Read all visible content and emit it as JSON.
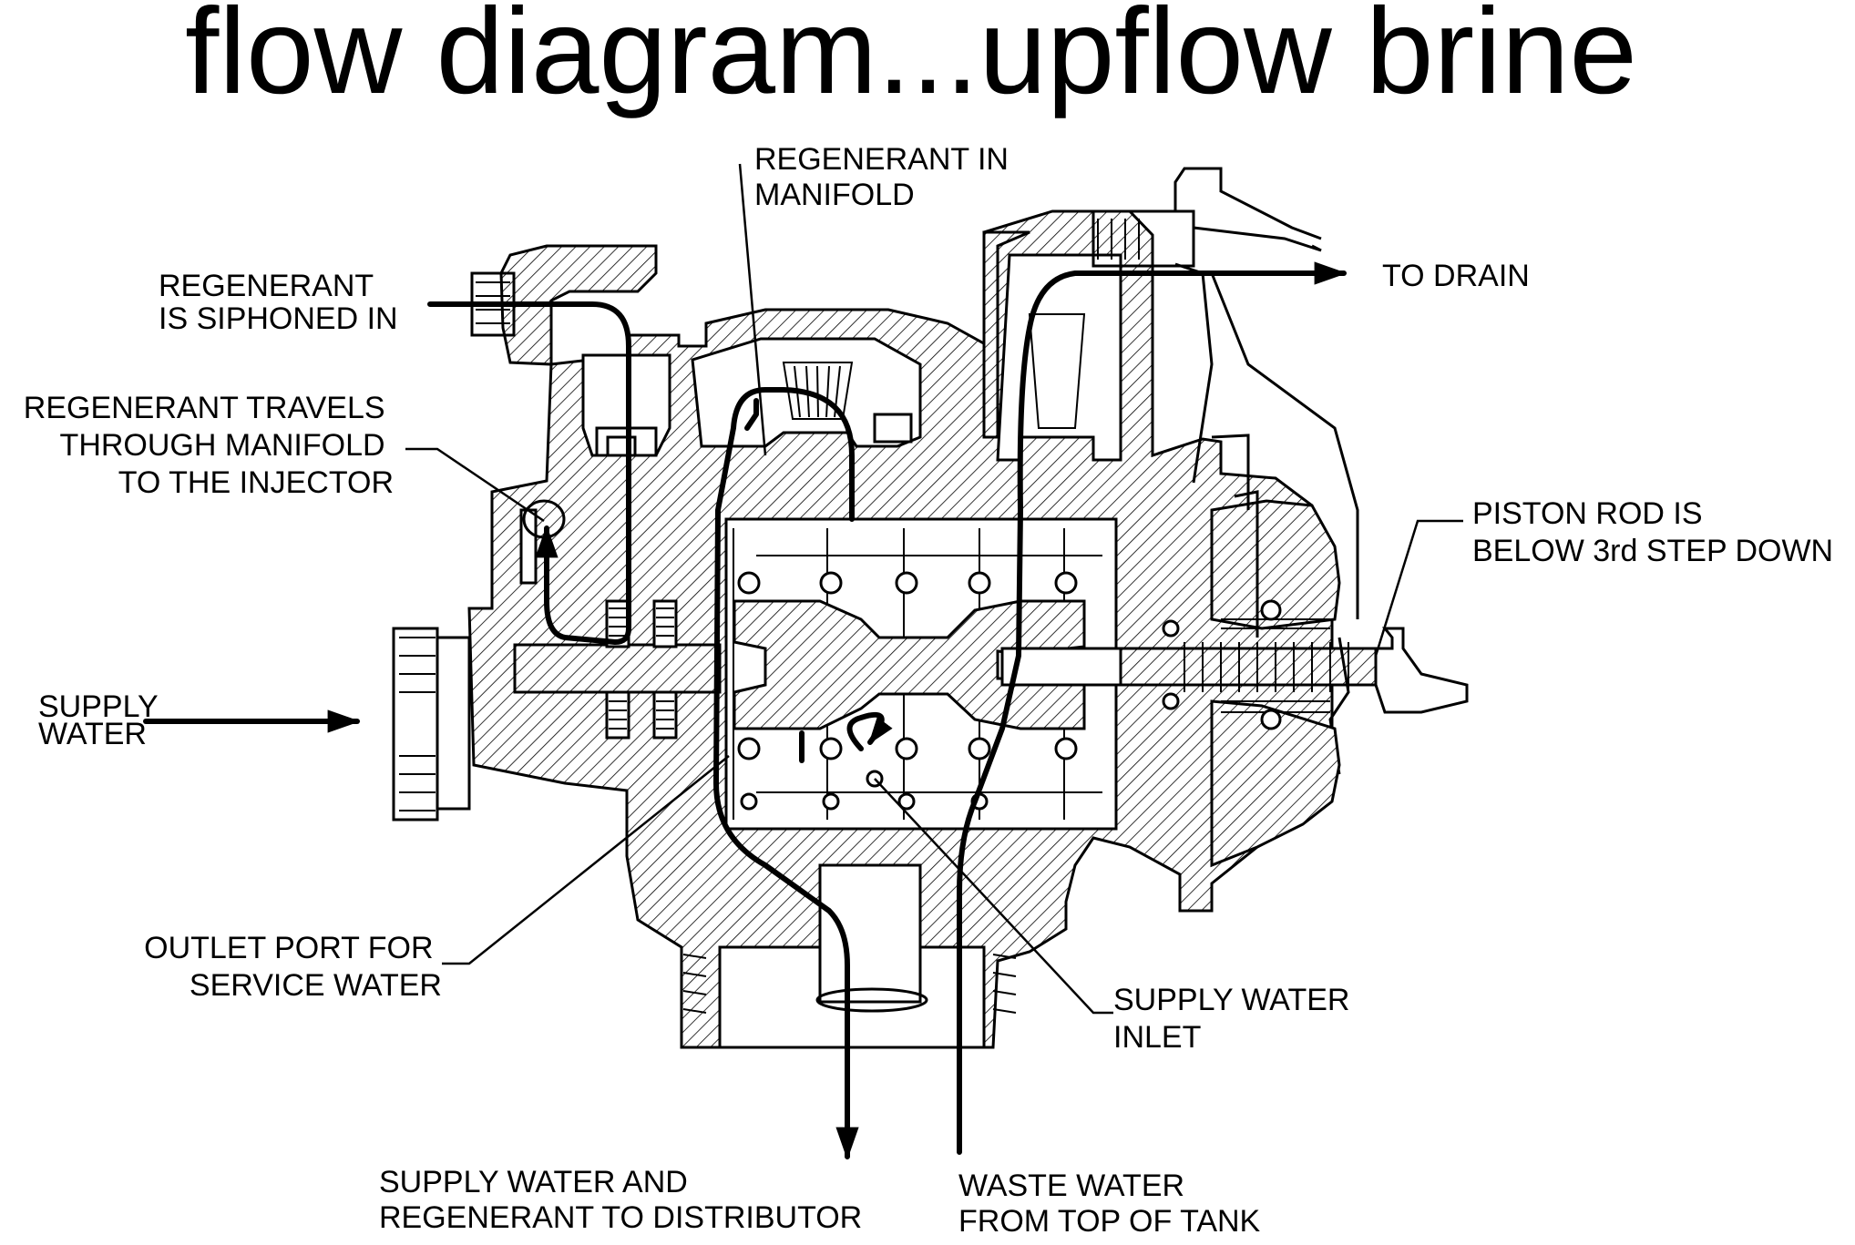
{
  "title": "flow diagram...upflow brine",
  "labels": {
    "regenerant_in_manifold": [
      "REGENERANT IN",
      "MANIFOLD"
    ],
    "regenerant_siphoned": [
      "REGENERANT",
      "IS SIPHONED IN"
    ],
    "regenerant_travels": [
      "REGENERANT TRAVELS",
      "THROUGH MANIFOLD",
      "TO THE INJECTOR"
    ],
    "supply_water": [
      "SUPPLY",
      "WATER"
    ],
    "to_drain": [
      "TO DRAIN"
    ],
    "piston_rod": [
      "PISTON ROD IS",
      "BELOW 3rd STEP DOWN"
    ],
    "outlet_port": [
      "OUTLET PORT FOR",
      "SERVICE WATER"
    ],
    "supply_water_inlet": [
      "SUPPLY WATER",
      "INLET"
    ],
    "supply_and_regenerant": [
      "SUPPLY WATER AND",
      "REGENERANT TO DISTRIBUTOR"
    ],
    "waste_water": [
      "WASTE WATER",
      "FROM TOP OF TANK"
    ]
  }
}
